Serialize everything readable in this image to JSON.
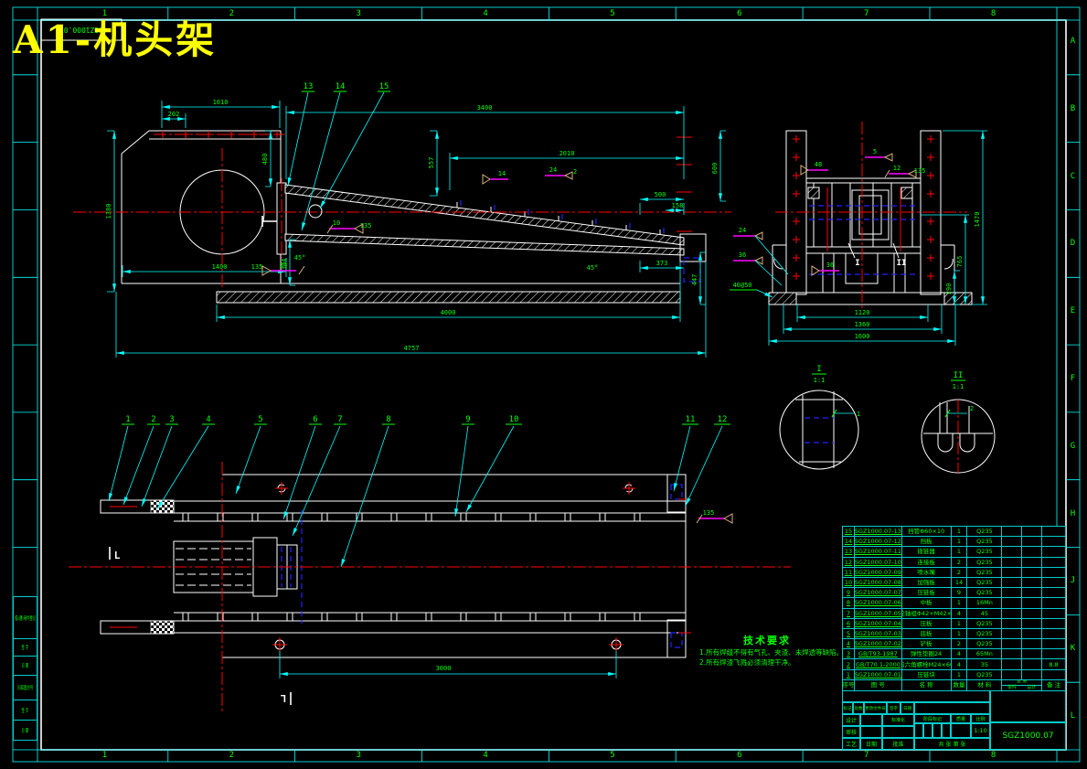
{
  "frame": {
    "columns": [
      "1",
      "2",
      "3",
      "4",
      "5",
      "6",
      "7",
      "8"
    ],
    "rows": [
      "A",
      "B",
      "C",
      "D",
      "E",
      "F",
      "G",
      "H",
      "J",
      "K",
      "L"
    ]
  },
  "header": {
    "title": "A1-机头架",
    "stamp_number": "SGZ1000.07"
  },
  "side_view": {
    "callouts": [
      "13",
      "14",
      "15"
    ],
    "dims": {
      "d202": "202",
      "d1010": "1010",
      "d3400": "3400",
      "d2010": "2010",
      "d557": "557",
      "d480": "480",
      "d1380": "1380",
      "d1400": "1400",
      "d394": "394",
      "d500": "500",
      "d158": "158",
      "d600": "600",
      "d373": "373",
      "d447": "447",
      "d4000": "4000",
      "d4757": "4757"
    },
    "welds": {
      "w10": "10",
      "w135a": "135",
      "w24a": "24",
      "w135b": "135",
      "w14": "14",
      "w24b": "24",
      "w2": "2",
      "a45a": "45°",
      "a45b": "45°"
    }
  },
  "end_view": {
    "dims": {
      "d1470": "1470",
      "d765": "765",
      "d290": "290",
      "d1120": "1120",
      "d1360": "1360",
      "d1600": "1600",
      "d4050": "40@50"
    },
    "welds": {
      "w48": "48",
      "w5": "5",
      "w12": "12",
      "w135": "135",
      "w24": "24",
      "w36a": "36",
      "w36b": "36"
    },
    "sections": [
      "I",
      "II"
    ]
  },
  "details": [
    {
      "label": "I",
      "scale": "1:1",
      "dim": "1"
    },
    {
      "label": "II",
      "scale": "1:1",
      "dim": "2"
    }
  ],
  "plan_view": {
    "callouts": [
      "1",
      "2",
      "3",
      "4",
      "5",
      "6",
      "7",
      "8",
      "9",
      "10",
      "11",
      "12"
    ],
    "dims": {
      "d3000": "3000"
    },
    "weld": "135",
    "section_mark": "L"
  },
  "tech_req": {
    "title": "技术要求",
    "items": [
      "1.所有焊缝不得有气孔、夹渣、未焊透等缺陷。",
      "2.所有焊渣飞溅必须清理干净。"
    ]
  },
  "parts_table": {
    "headers": {
      "no": "序号",
      "code": "图  号",
      "name": "名  称",
      "qty": "数量",
      "mat": "材  料",
      "weight": "重 量",
      "unit": "单件",
      "total": "总计",
      "note": "备 注"
    },
    "rows": [
      {
        "no": "15",
        "code": "SGZ1000.07-13",
        "name": "挡管Φ60×10",
        "qty": "1",
        "mat": "Q235",
        "unit": "",
        "total": "",
        "note": ""
      },
      {
        "no": "14",
        "code": "SGZ1000.07-12",
        "name": "挡板",
        "qty": "1",
        "mat": "Q235",
        "unit": "",
        "total": "",
        "note": ""
      },
      {
        "no": "13",
        "code": "SGZ1000.07-11",
        "name": "拨链器",
        "qty": "1",
        "mat": "Q235",
        "unit": "",
        "total": "",
        "note": ""
      },
      {
        "no": "12",
        "code": "SGZ1000.07-10",
        "name": "连接板",
        "qty": "2",
        "mat": "Q235",
        "unit": "",
        "total": "",
        "note": ""
      },
      {
        "no": "11",
        "code": "SGZ1000.07-09",
        "name": "喷水嘴",
        "qty": "2",
        "mat": "Q235",
        "unit": "",
        "total": "",
        "note": ""
      },
      {
        "no": "10",
        "code": "SGZ1000.07-08",
        "name": "加强板",
        "qty": "14",
        "mat": "Q235",
        "unit": "",
        "total": "",
        "note": ""
      },
      {
        "no": "9",
        "code": "SGZ1000.07-07",
        "name": "压链板",
        "qty": "9",
        "mat": "Q235",
        "unit": "",
        "total": "",
        "note": ""
      },
      {
        "no": "8",
        "code": "SGZ1000.07-06",
        "name": "中板",
        "qty": "1",
        "mat": "16Mn",
        "unit": "",
        "total": "",
        "note": ""
      },
      {
        "no": "7",
        "code": "SGZ1000.07-05",
        "name": "链轮轴组Φ42+M42×60",
        "qty": "4",
        "mat": "45",
        "unit": "",
        "total": "",
        "note": ""
      },
      {
        "no": "6",
        "code": "SGZ1000.07-04",
        "name": "压板",
        "qty": "1",
        "mat": "Q235",
        "unit": "",
        "total": "",
        "note": ""
      },
      {
        "no": "5",
        "code": "SGZ1000.07-03",
        "name": "底板",
        "qty": "1",
        "mat": "Q235",
        "unit": "",
        "total": "",
        "note": ""
      },
      {
        "no": "4",
        "code": "SGZ1000.07-02",
        "name": "铲板",
        "qty": "2",
        "mat": "Q235",
        "unit": "",
        "total": "",
        "note": ""
      },
      {
        "no": "3",
        "code": "GB/T93-1987",
        "name": "弹性垫圈24",
        "qty": "4",
        "mat": "65Mn",
        "unit": "",
        "total": "",
        "note": ""
      },
      {
        "no": "2",
        "code": "GB/T70.1-2000",
        "name": "内六角螺栓M24×60",
        "qty": "4",
        "mat": "35",
        "unit": "",
        "total": "",
        "note": "8.8"
      },
      {
        "no": "1",
        "code": "SGZ1000.07-01",
        "name": "压链块",
        "qty": "1",
        "mat": "Q235",
        "unit": "",
        "total": "",
        "note": ""
      }
    ]
  },
  "title_block": {
    "change_row": [
      "标记",
      "处数",
      "更改文件号",
      "签字",
      "日期"
    ],
    "roles": {
      "design": "设计",
      "check": "审核",
      "process": "工艺",
      "standard": "标准化",
      "approve": "批准",
      "date": "日期"
    },
    "stage": {
      "label": "阶段标记",
      "mass": "质量",
      "scale": "比例",
      "scale_value": "1:10"
    },
    "sheets": "共 张 第 张",
    "drawing_no": "SGZ1000.07"
  },
  "side_strip": {
    "cells": [
      "借(通)用件登记",
      "签 字",
      "日 期",
      "旧底图总号",
      "签 字",
      "日 期"
    ]
  }
}
